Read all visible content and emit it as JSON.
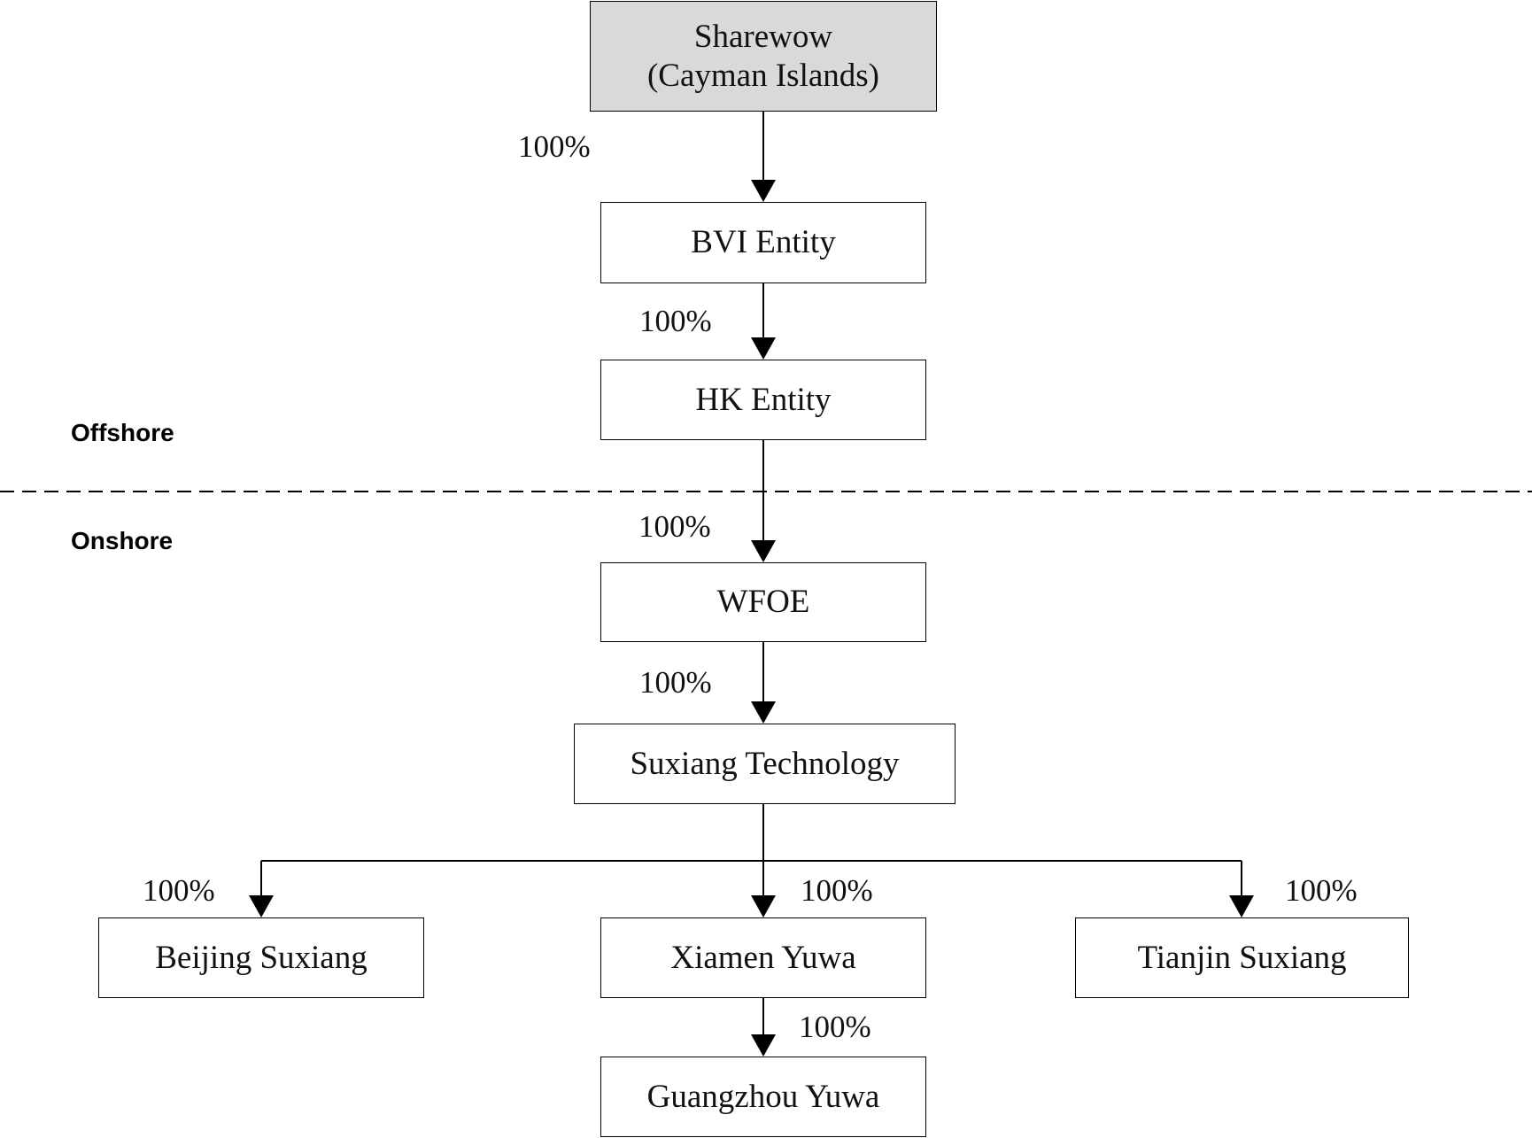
{
  "zones": {
    "offshore": "Offshore",
    "onshore": "Onshore"
  },
  "entities": {
    "sharewow": {
      "name": "Sharewow",
      "jurisdiction": "(Cayman Islands)"
    },
    "bvi": "BVI Entity",
    "hk": "HK Entity",
    "wfoe": "WFOE",
    "suxiang_tech": "Suxiang Technology",
    "beijing": "Beijing Suxiang",
    "xiamen": "Xiamen Yuwa",
    "tianjin": "Tianjin Suxiang",
    "guangzhou": "Guangzhou Yuwa"
  },
  "ownership": {
    "sharewow_to_bvi": "100%",
    "bvi_to_hk": "100%",
    "hk_to_wfoe": "100%",
    "wfoe_to_suxiang": "100%",
    "suxiang_to_beijing": "100%",
    "suxiang_to_xiamen": "100%",
    "suxiang_to_tianjin": "100%",
    "xiamen_to_guangzhou": "100%"
  },
  "colors": {
    "top_box_fill": "#d9d9d9",
    "line": "#000000"
  }
}
